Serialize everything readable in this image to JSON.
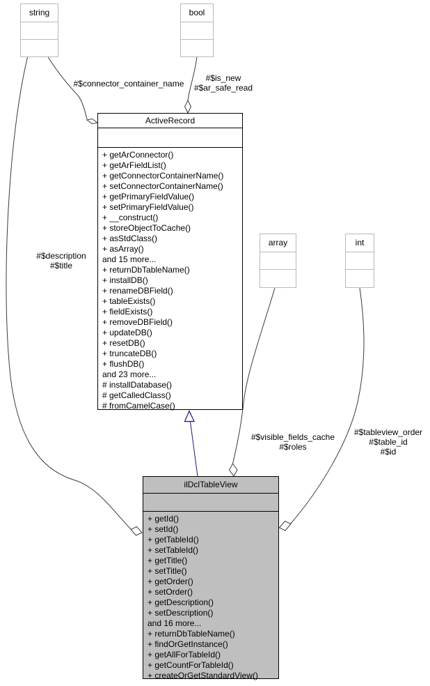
{
  "diagram_kind": "uml-collaboration-diagram",
  "classes": {
    "active_record": {
      "title": "ActiveRecord",
      "members": [
        "+ getArConnector()",
        "+ getArFieldList()",
        "+ getConnectorContainerName()",
        "+ setConnectorContainerName()",
        "+ getPrimaryFieldValue()",
        "+ setPrimaryFieldValue()",
        "+ __construct()",
        "+ storeObjectToCache()",
        "+ asStdClass()",
        "+ asArray()",
        "and 15 more...",
        "+ returnDbTableName()",
        "+ installDB()",
        "+ renameDBField()",
        "+ tableExists()",
        "+ fieldExists()",
        "+ removeDBField()",
        "+ updateDB()",
        "+ resetDB()",
        "+ truncateDB()",
        "+ flushDB()",
        "and 23 more...",
        "# installDatabase()",
        "# getCalledClass()",
        "# fromCamelCase()"
      ]
    },
    "il_dcl_table_view": {
      "title": "ilDclTableView",
      "members": [
        "+ getId()",
        "+ setId()",
        "+ getTableId()",
        "+ setTableId()",
        "+ getTitle()",
        "+ setTitle()",
        "+ getOrder()",
        "+ setOrder()",
        "+ getDescription()",
        "+ setDescription()",
        "and 16 more...",
        "+ returnDbTableName()",
        "+ findOrGetInstance()",
        "+ getAllForTableId()",
        "+ getCountForTableId()",
        "+ createOrGetStandardView()"
      ]
    }
  },
  "primitives": {
    "string": {
      "label": "string"
    },
    "bool": {
      "label": "bool"
    },
    "array": {
      "label": "array"
    },
    "int": {
      "label": "int"
    }
  },
  "edge_labels": {
    "connector_container_name": [
      "#$connector_container_name"
    ],
    "bool_to_activerecord": [
      "#$is_new",
      "#$ar_safe_read"
    ],
    "string_to_tableview": [
      "#$description",
      "#$title"
    ],
    "array_to_tableview": [
      "#$visible_fields_cache",
      "#$roles"
    ],
    "int_to_tableview": [
      "#$tableview_order",
      "#$table_id",
      "#$id"
    ]
  },
  "colors": {
    "background": "#ffffff",
    "text": "#000000",
    "class_border": "#000000",
    "class_fill": "#ffffff",
    "highlight_fill": "#bfbfbf",
    "primitive_border": "#b9b9b9",
    "edge": "#3a3a3a",
    "inheritance": "#191970"
  }
}
